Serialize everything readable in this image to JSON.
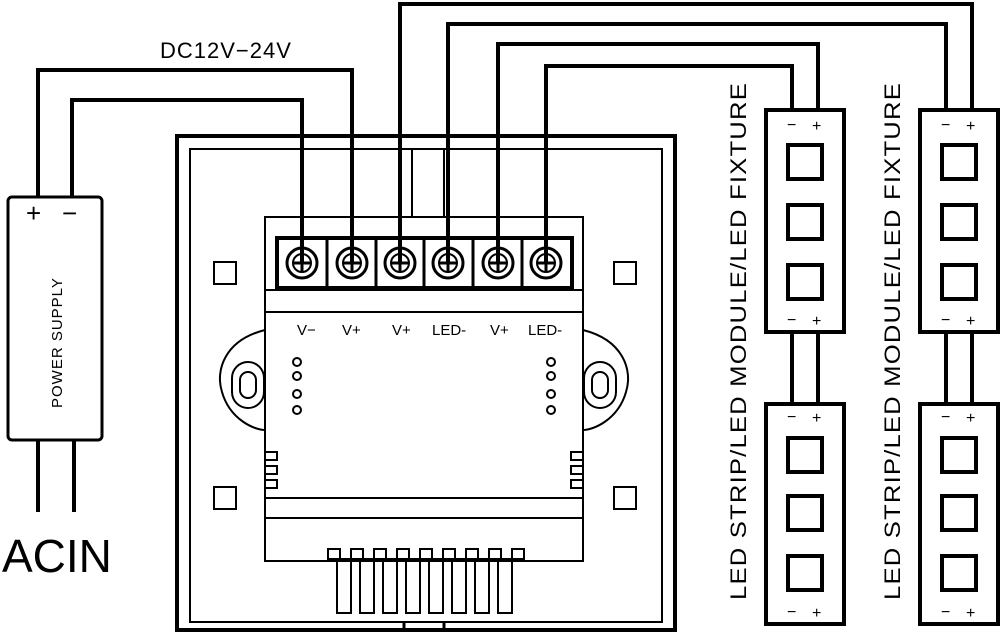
{
  "supply_voltage": "DC12V−24V",
  "power_supply": {
    "label": "POWER SUPPLY",
    "plus": "+",
    "minus": "−",
    "input_label": "ACIN"
  },
  "terminals": [
    "V−",
    "V+",
    "V+",
    "LED-",
    "V+",
    "LED-"
  ],
  "fixtures": [
    {
      "label": "LED STRIP/LED MODULE/LED FIXTURE",
      "minus": "−",
      "plus": "+"
    },
    {
      "label": "LED STRIP/LED MODULE/LED FIXTURE",
      "minus": "−",
      "plus": "+"
    }
  ]
}
